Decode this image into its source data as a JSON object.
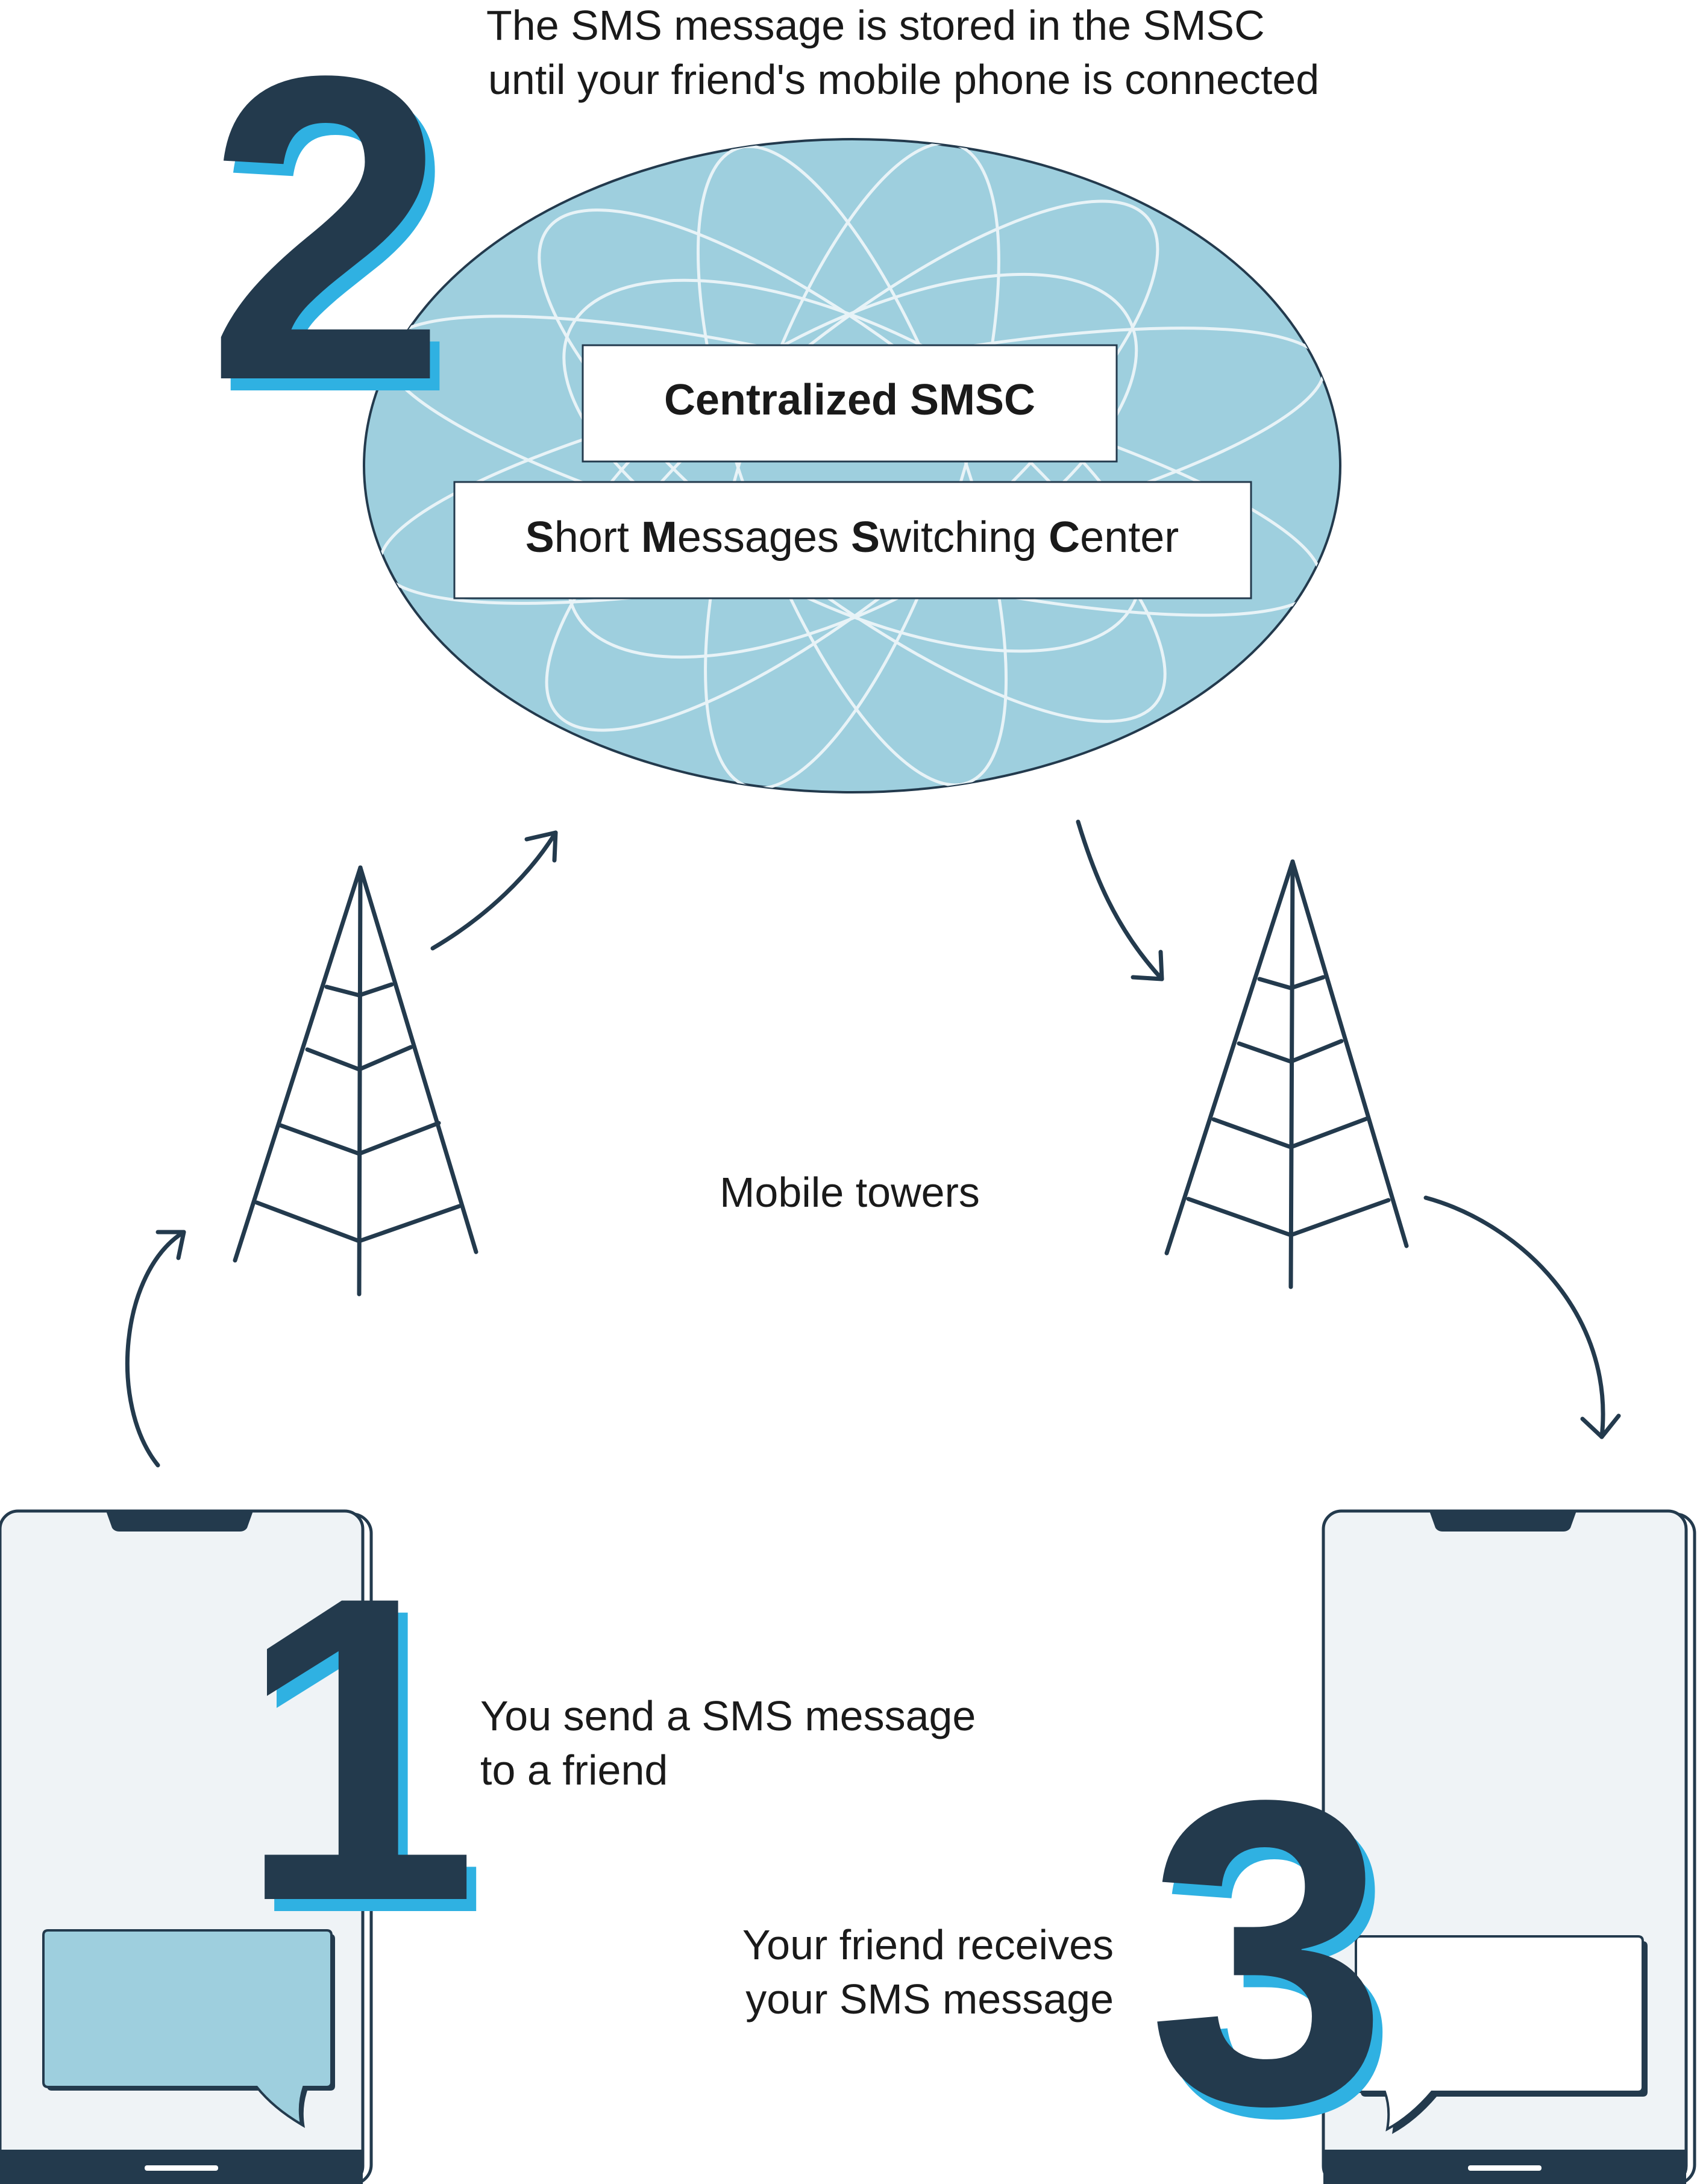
{
  "colors": {
    "navy": "#233a4d",
    "accent_blue": "#2fb1e2",
    "light_blue": "#9ecfde",
    "phone_fill": "#eff3f6",
    "white": "#ffffff"
  },
  "step2": {
    "number": "2",
    "caption_line1": "The SMS message is stored in the SMSC",
    "caption_line2": "until your friend's mobile phone is connected"
  },
  "smsc": {
    "title": "Centralized SMSC",
    "subtitle_parts": [
      {
        "text": "S",
        "bold": true
      },
      {
        "text": "hort ",
        "bold": false
      },
      {
        "text": "M",
        "bold": true
      },
      {
        "text": "essages ",
        "bold": false
      },
      {
        "text": "S",
        "bold": true
      },
      {
        "text": "witching ",
        "bold": false
      },
      {
        "text": "C",
        "bold": true
      },
      {
        "text": "enter",
        "bold": false
      }
    ]
  },
  "towers": {
    "label": "Mobile towers",
    "icon": "cell-tower-icon"
  },
  "step1": {
    "number": "1",
    "caption_line1": "You send a SMS message",
    "caption_line2": "to a friend"
  },
  "step3": {
    "number": "3",
    "caption_line1": "Your friend receives",
    "caption_line2": "your SMS message"
  },
  "icons": {
    "phone": "smartphone-icon",
    "message": "message-bubble-icon",
    "arrow": "curved-arrow-icon"
  }
}
